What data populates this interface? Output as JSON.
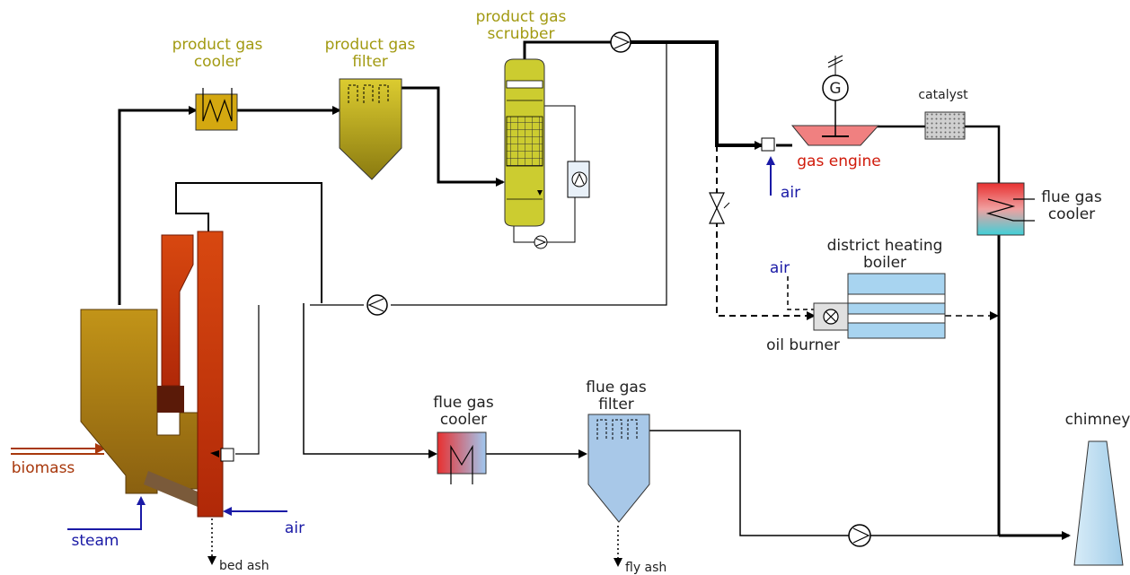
{
  "labels": {
    "product_gas_cooler": [
      "product gas",
      "cooler"
    ],
    "product_gas_filter": [
      "product gas",
      "filter"
    ],
    "product_gas_scrubber": [
      "product gas",
      "scrubber"
    ],
    "catalyst": "catalyst",
    "generator": "G",
    "gas_engine": "gas engine",
    "air_engine": "air",
    "flue_gas_cooler_right": [
      "flue gas",
      "cooler"
    ],
    "district_heating_boiler": [
      "district heating",
      "boiler"
    ],
    "air_boiler": "air",
    "oil_burner": "oil burner",
    "flue_gas_cooler_bottom": [
      "flue gas",
      "cooler"
    ],
    "flue_gas_filter": [
      "flue gas",
      "filter"
    ],
    "chimney": "chimney",
    "biomass": "biomass",
    "steam": "steam",
    "air_combustion": "air",
    "bed_ash": "bed ash",
    "fly_ash": "fly ash"
  },
  "colors": {
    "product_gas_text": "#a29a12",
    "air_text": "#1a1aa6",
    "gas_engine_text": "#d01a0a",
    "biomass_text": "#a8380c",
    "gasifier": "#b88a14",
    "combustion_column": "#c8400c",
    "cooler_box": "#d4a810",
    "scrubber": "#cccc30",
    "gas_engine_body": "#f08080",
    "boiler": "#a8d4f0",
    "flue_filter": "#a8c8e8",
    "chimney": "#b8dcf4"
  },
  "icons": [
    "pump-icon",
    "heat-exchanger-icon",
    "valve-icon",
    "generator-icon",
    "burner-icon",
    "filter-icon"
  ]
}
